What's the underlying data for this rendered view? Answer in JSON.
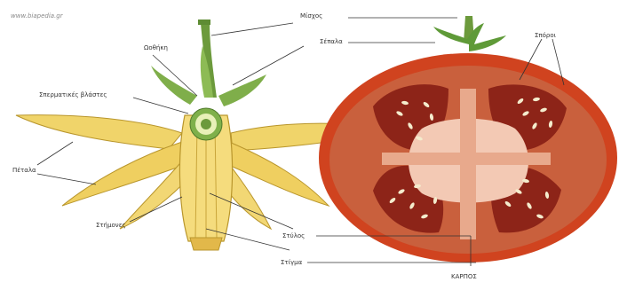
{
  "watermark": "www.biapedia.gr",
  "labels": {
    "miskos": "Μίσχος",
    "sepala_top": "Σέπαλα",
    "sepala_left": "Ωοθήκη",
    "sporoi": "Σπόροι",
    "spermatikes": "Σπερματικές βλάστες",
    "petala": "Πέταλα",
    "stimonas": "Στήμονες",
    "stylos": "Στύλος",
    "stigma": "Στίγμα",
    "karpos": "ΚΑΡΠΟΣ"
  },
  "colors": {
    "petal": "#f0d46a",
    "petal_vein": "#b9962c",
    "stem": "#6c9a3c",
    "tomato_skin": "#d0431f",
    "tomato_flesh": "#c9603d",
    "tomato_core": "#f3c9b4",
    "seed": "#f4eccd"
  }
}
